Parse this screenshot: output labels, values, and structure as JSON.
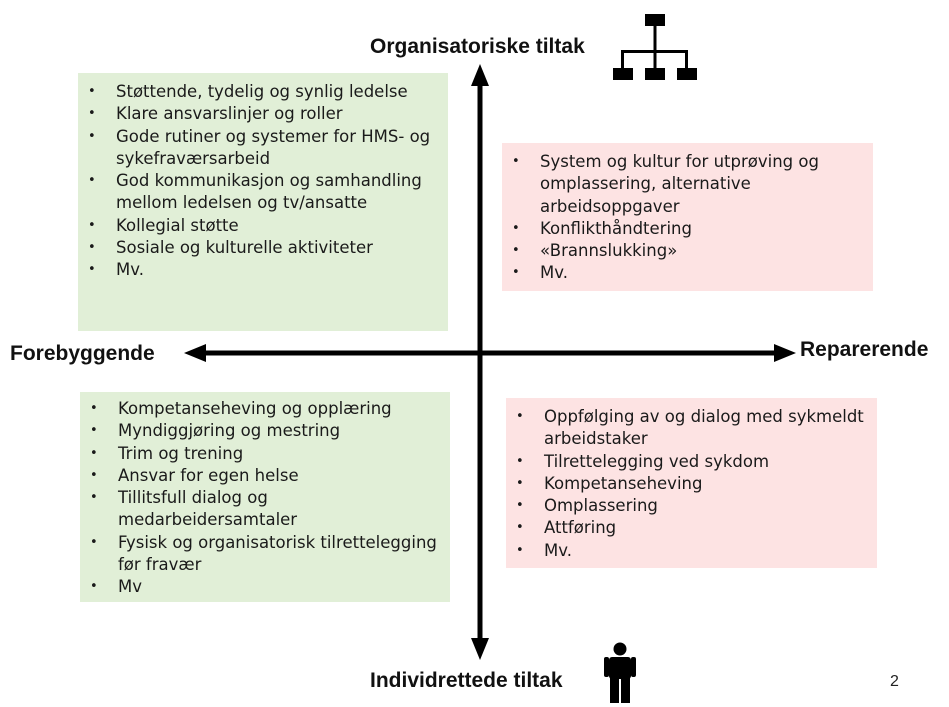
{
  "axis_labels": {
    "top": "Organisatoriske tiltak",
    "bottom": "Individrettede tiltak",
    "left": "Forebyggende",
    "right": "Reparerende"
  },
  "quadrants": {
    "organisational_preventive": {
      "color": "#e1efd7",
      "items": [
        "Støttende, tydelig og synlig ledelse",
        "Klare ansvarslinjer og roller",
        "Gode rutiner og systemer for HMS- og sykefraværsarbeid",
        "God kommunikasjon og samhandling mellom ledelsen og tv/ansatte",
        "Kollegial støtte",
        "Sosiale og kulturelle aktiviteter",
        "Mv."
      ]
    },
    "organisational_repairing": {
      "color": "#fde3e3",
      "items": [
        "System og kultur for utprøving og omplassering, alternative arbeidsoppgaver",
        "Konflikthåndtering",
        "«Brannslukking»",
        "Mv."
      ]
    },
    "individual_preventive": {
      "color": "#e1efd7",
      "items": [
        "Kompetanseheving og opplæring",
        "Myndiggjøring og mestring",
        "Trim og trening",
        "Ansvar for egen helse",
        "Tillitsfull dialog og medarbeidersamtaler",
        "Fysisk og organisatorisk tilrettelegging før fravær",
        "Mv"
      ]
    },
    "individual_repairing": {
      "color": "#fde3e3",
      "items": [
        "Oppfølging av og dialog med sykmeldt arbeidstaker",
        "Tilrettelegging ved sykdom",
        "Kompetanseheving",
        "Omplassering",
        "Attføring",
        "Mv."
      ]
    }
  },
  "icons": {
    "top": "org-chart-icon",
    "bottom": "person-icon"
  },
  "slide_number": "2"
}
